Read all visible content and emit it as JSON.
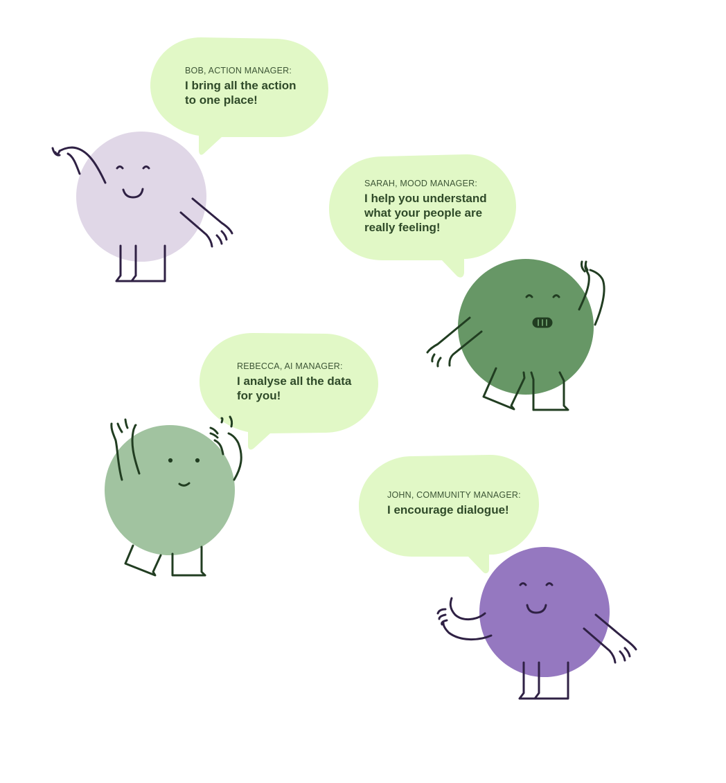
{
  "colors": {
    "background": "#ffffff",
    "bubble": "#e1f8c6",
    "bubble_text": "#2f4a29",
    "bob_body": "#e0d7e7",
    "sarah_body": "#679766",
    "rebecca_body": "#a1c3a0",
    "john_body": "#9578c0",
    "dark_purple_stroke": "#2f2144",
    "dark_green_stroke": "#213d21"
  },
  "characters": [
    {
      "id": "bob",
      "speaker": "BOB, ACTION MANAGER:",
      "lines": [
        "I bring all the action",
        "to one place!"
      ]
    },
    {
      "id": "sarah",
      "speaker": "SARAH, MOOD MANAGER:",
      "lines": [
        "I help you understand",
        "what your people are",
        "really feeling!"
      ]
    },
    {
      "id": "rebecca",
      "speaker": "REBECCA, AI MANAGER:",
      "lines": [
        "I analyse all the data",
        "for you!"
      ]
    },
    {
      "id": "john",
      "speaker": "JOHN, COMMUNITY MANAGER:",
      "lines": [
        "I encourage dialogue!"
      ]
    }
  ]
}
